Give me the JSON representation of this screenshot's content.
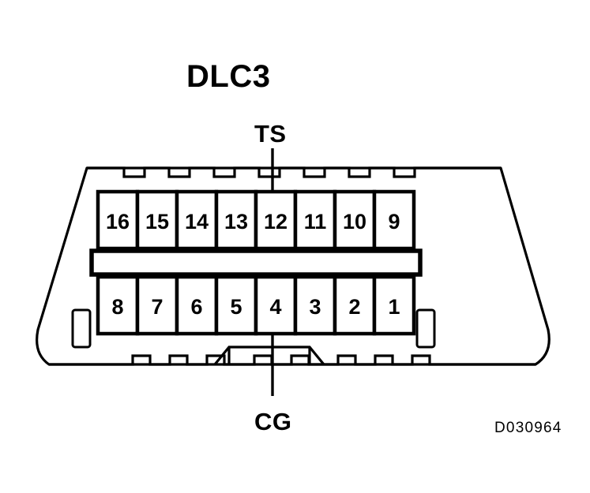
{
  "diagram": {
    "title": "DLC3",
    "reference_code": "D030964",
    "connector_type": "16-pin data link connector",
    "labels": {
      "top_terminal": "TS",
      "bottom_terminal": "CG"
    },
    "callouts": [
      {
        "label": "TS",
        "points_to_pin": "12",
        "row": "top"
      },
      {
        "label": "CG",
        "points_to_pin": "4",
        "row": "bottom"
      }
    ],
    "colors": {
      "line": "#000000",
      "background": "#ffffff",
      "cell_fill": "#ffffff"
    },
    "pin_rows": {
      "top": [
        "16",
        "15",
        "14",
        "13",
        "12",
        "11",
        "10",
        "9"
      ],
      "bottom": [
        "8",
        "7",
        "6",
        "5",
        "4",
        "3",
        "2",
        "1"
      ]
    }
  }
}
